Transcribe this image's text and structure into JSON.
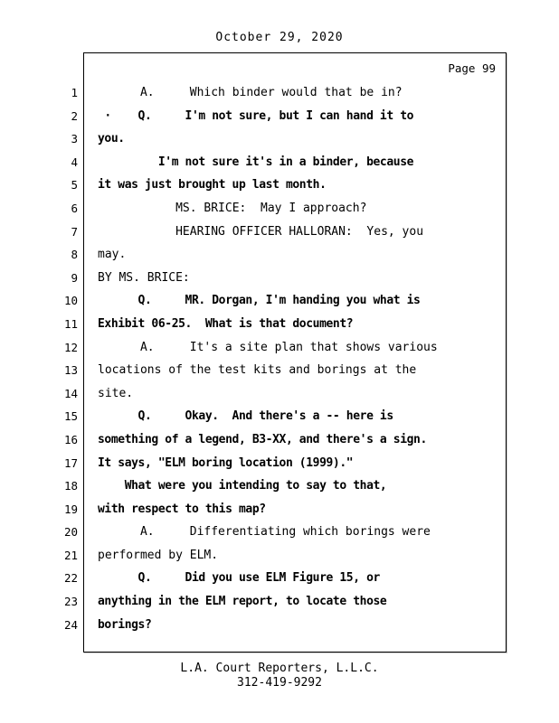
{
  "header": {
    "date": "October 29, 2020"
  },
  "page_label": "Page 99",
  "transcript": {
    "lines": [
      {
        "n": "1",
        "t": "      A.     Which binder would that be in?",
        "bold": false
      },
      {
        "n": "2",
        "t": " ·    Q.     I'm not sure, but I can hand it to",
        "bold": true
      },
      {
        "n": "3",
        "t": "you.",
        "bold": true
      },
      {
        "n": "4",
        "t": "         I'm not sure it's in a binder, because",
        "bold": true
      },
      {
        "n": "5",
        "t": "it was just brought up last month.",
        "bold": true
      },
      {
        "n": "6",
        "t": "           MS. BRICE:  May I approach?",
        "bold": false
      },
      {
        "n": "7",
        "t": "           HEARING OFFICER HALLORAN:  Yes, you",
        "bold": false
      },
      {
        "n": "8",
        "t": "may.",
        "bold": false
      },
      {
        "n": "9",
        "t": "BY MS. BRICE:",
        "bold": false
      },
      {
        "n": "10",
        "t": "      Q.     MR. Dorgan, I'm handing you what is",
        "bold": true
      },
      {
        "n": "11",
        "t": "Exhibit 06-25.  What is that document?",
        "bold": true
      },
      {
        "n": "12",
        "t": "      A.     It's a site plan that shows various",
        "bold": false
      },
      {
        "n": "13",
        "t": "locations of the test kits and borings at the",
        "bold": false
      },
      {
        "n": "14",
        "t": "site.",
        "bold": false
      },
      {
        "n": "15",
        "t": "      Q.     Okay.  And there's a -- here is",
        "bold": true
      },
      {
        "n": "16",
        "t": "something of a legend, B3-XX, and there's a sign.",
        "bold": true
      },
      {
        "n": "17",
        "t": "It says, \"ELM boring location (1999).\"",
        "bold": true
      },
      {
        "n": "18",
        "t": "    What were you intending to say to that,",
        "bold": true
      },
      {
        "n": "19",
        "t": "with respect to this map?",
        "bold": true
      },
      {
        "n": "20",
        "t": "      A.     Differentiating which borings were",
        "bold": false
      },
      {
        "n": "21",
        "t": "performed by ELM.",
        "bold": false
      },
      {
        "n": "22",
        "t": "      Q.     Did you use ELM Figure 15, or",
        "bold": true
      },
      {
        "n": "23",
        "t": "anything in the ELM report, to locate those",
        "bold": true
      },
      {
        "n": "24",
        "t": "borings?",
        "bold": true
      }
    ]
  },
  "footer": {
    "company": "L.A. Court Reporters, L.L.C.",
    "phone": "312-419-9292"
  }
}
